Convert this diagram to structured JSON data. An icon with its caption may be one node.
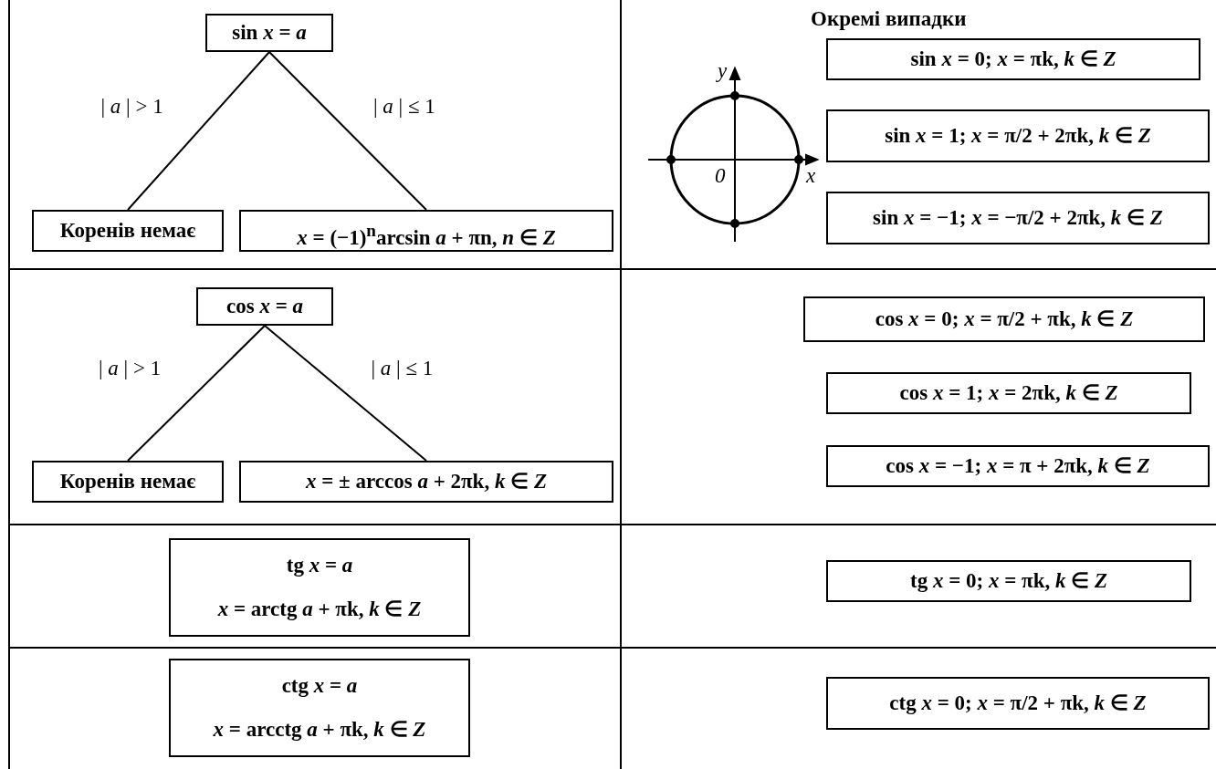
{
  "diagram": {
    "nodes": [
      {
        "text": [
          "sin *x* = *a*"
        ]
      },
      {
        "text": [
          "Коренів немає"
        ]
      },
      {
        "text": [
          "*x* = (−1)$^{n}$arcsin *a* + πn, *n* ∈ *Z*"
        ]
      },
      {
        "text": [
          "cos *x* = *a*"
        ]
      },
      {
        "text": [
          "Коренів немає"
        ]
      },
      {
        "text": [
          "*x* = ± arccos *a* + 2πk, *k* ∈ *Z*"
        ]
      },
      {
        "text": [
          "tg *x* = *a*",
          "*x* = arctg *a* + πk, *k* ∈ *Z*"
        ]
      },
      {
        "text": [
          "ctg *x* = *a*",
          "*x* = arcctg *a* + πk, *k* ∈ *Z*"
        ]
      },
      {
        "text": [
          "sin *x* = 0; *x* = πk, *k* ∈ *Z*"
        ]
      },
      {
        "text": [
          "sin *x* = 1; *x* = π/2 + 2πk, *k* ∈ *Z*"
        ]
      },
      {
        "text": [
          "sin *x* = −1; *x* = −π/2 + 2πk, *k* ∈ *Z*"
        ]
      },
      {
        "text": [
          "cos *x* = 0; *x* = π/2 + πk, *k* ∈ *Z*"
        ]
      },
      {
        "text": [
          "cos *x* = 1; *x* = 2πk, *k* ∈ *Z*"
        ]
      },
      {
        "text": [
          "cos *x* = −1; *x* = π + 2πk, *k* ∈ *Z*"
        ]
      },
      {
        "text": [
          "tg *x* = 0; *x* = πk, *k* ∈ *Z*"
        ]
      },
      {
        "text": [
          "ctg *x* = 0; *x* = π/2 + πk, *k* ∈ *Z*"
        ]
      }
    ],
    "edges": [
      {
        "from": 0,
        "to": 1,
        "arrow": "none",
        "label": "| *a* | > 1"
      },
      {
        "from": 0,
        "to": 2,
        "arrow": "none",
        "label": "| *a* | ≤ 1"
      },
      {
        "from": 3,
        "to": 4,
        "arrow": "none",
        "label": "| *a* | > 1"
      },
      {
        "from": 3,
        "to": 5,
        "arrow": "none",
        "label": "| *a* | ≤ 1"
      }
    ],
    "labels": [
      "Окремі випадки",
      "y",
      "x",
      "0"
    ]
  }
}
